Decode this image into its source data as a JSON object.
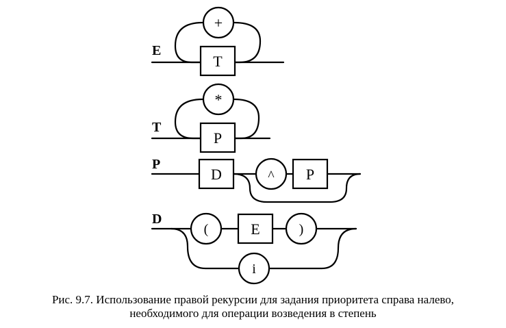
{
  "rules": {
    "E": {
      "label": "E",
      "term": "T",
      "loop_symbol": "+"
    },
    "T": {
      "label": "T",
      "term": "P",
      "loop_symbol": "*"
    },
    "P": {
      "label": "P",
      "first": "D",
      "op": "^",
      "recursive": "P"
    },
    "D": {
      "label": "D",
      "open": "(",
      "expr": "E",
      "close": ")",
      "alt": "i"
    }
  },
  "caption": {
    "line1": "Рис. 9.7. Использование правой рекурсии для задания приоритета справа налево,",
    "line2": "необходимого для операции возведения в степень"
  }
}
